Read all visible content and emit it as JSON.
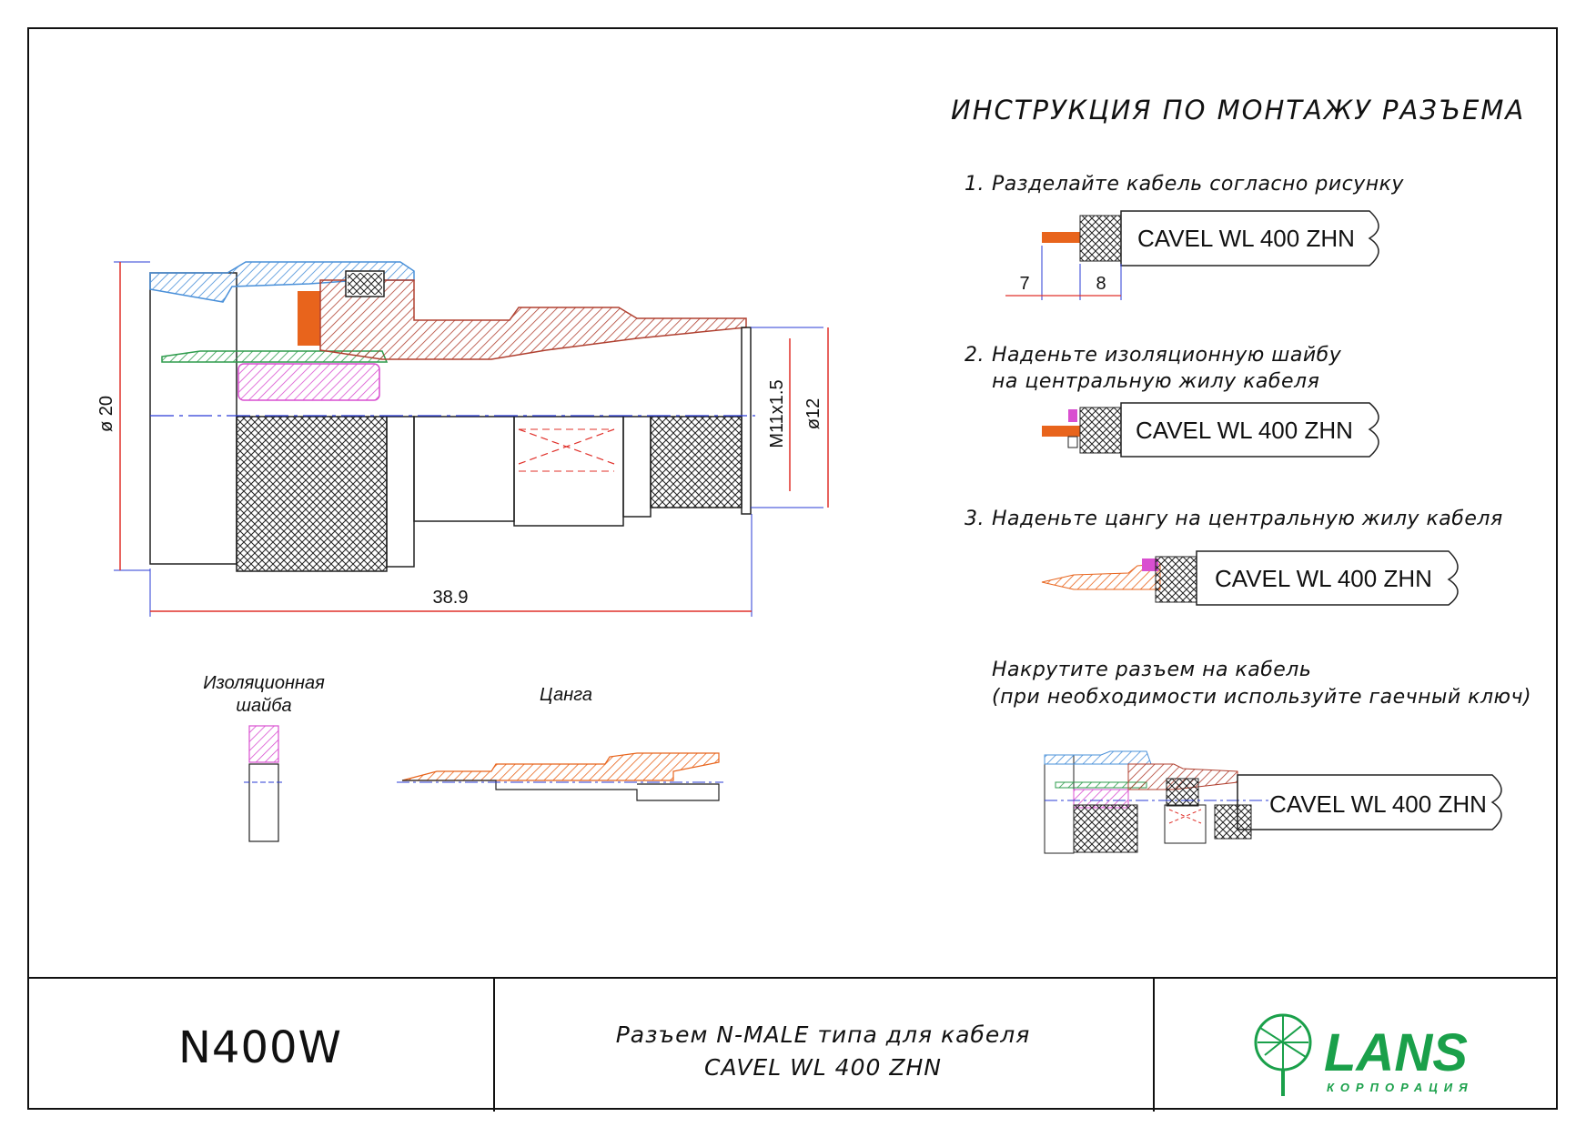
{
  "title": "ИНСТРУКЦИЯ ПО МОНТАЖУ РАЗЪЕМА",
  "steps": [
    {
      "number": "1.",
      "text": "Разделайте кабель согласно рисунку"
    },
    {
      "number": "2.",
      "text_line1": "Наденьте изоляционную шайбу",
      "text_line2": "на центральную жилу кабеля"
    },
    {
      "number": "3.",
      "text": "Наденьте цангу на центральную жилу кабеля"
    },
    {
      "number": "",
      "text_line1": "Накрутите разъем на кабель",
      "text_line2": "(при необходимости используйте гаечный ключ)"
    }
  ],
  "cable_label": "CAVEL WL 400 ZHN",
  "strip_dims": {
    "pin": "7",
    "braid": "8"
  },
  "drawing_dims": {
    "overall_diameter": "ø 20",
    "length": "38.9",
    "thread": "M11x1.5",
    "inner_diameter": "ø12"
  },
  "parts": {
    "washer_line1": "Изоляционная",
    "washer_line2": "шайба",
    "collet": "Цанга"
  },
  "title_block": {
    "code": "N400W",
    "description_line1": "Разъем N-MALE типа для кабеля",
    "description_line2": "CAVEL WL 400 ZHN",
    "logo_text": "LANS",
    "logo_sub": "КОРПОРАЦИЯ"
  },
  "colors": {
    "dim_red": "#e0302a",
    "axis_blue": "#2a3bd6",
    "hatch_red": "#b04030",
    "orange": "#e8641c",
    "magenta": "#d94fd0",
    "blue_part": "#4a90d9",
    "green_part": "#2e9c4c",
    "logo_green": "#1aa04a"
  }
}
